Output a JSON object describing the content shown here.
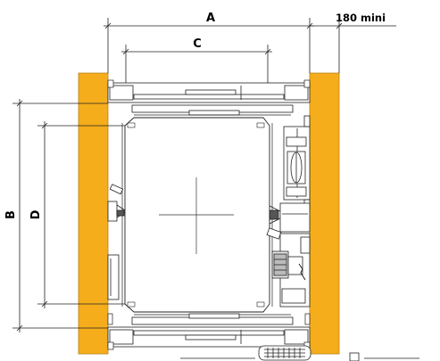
{
  "colors": {
    "wall": "#f5ad1c",
    "wall_edge": "#b8811a",
    "line": "#222222",
    "background": "#ffffff"
  },
  "dimensions": {
    "a_label": "A",
    "c_label": "C",
    "b_label": "B",
    "d_label": "D",
    "clearance_label": "180 mini"
  }
}
